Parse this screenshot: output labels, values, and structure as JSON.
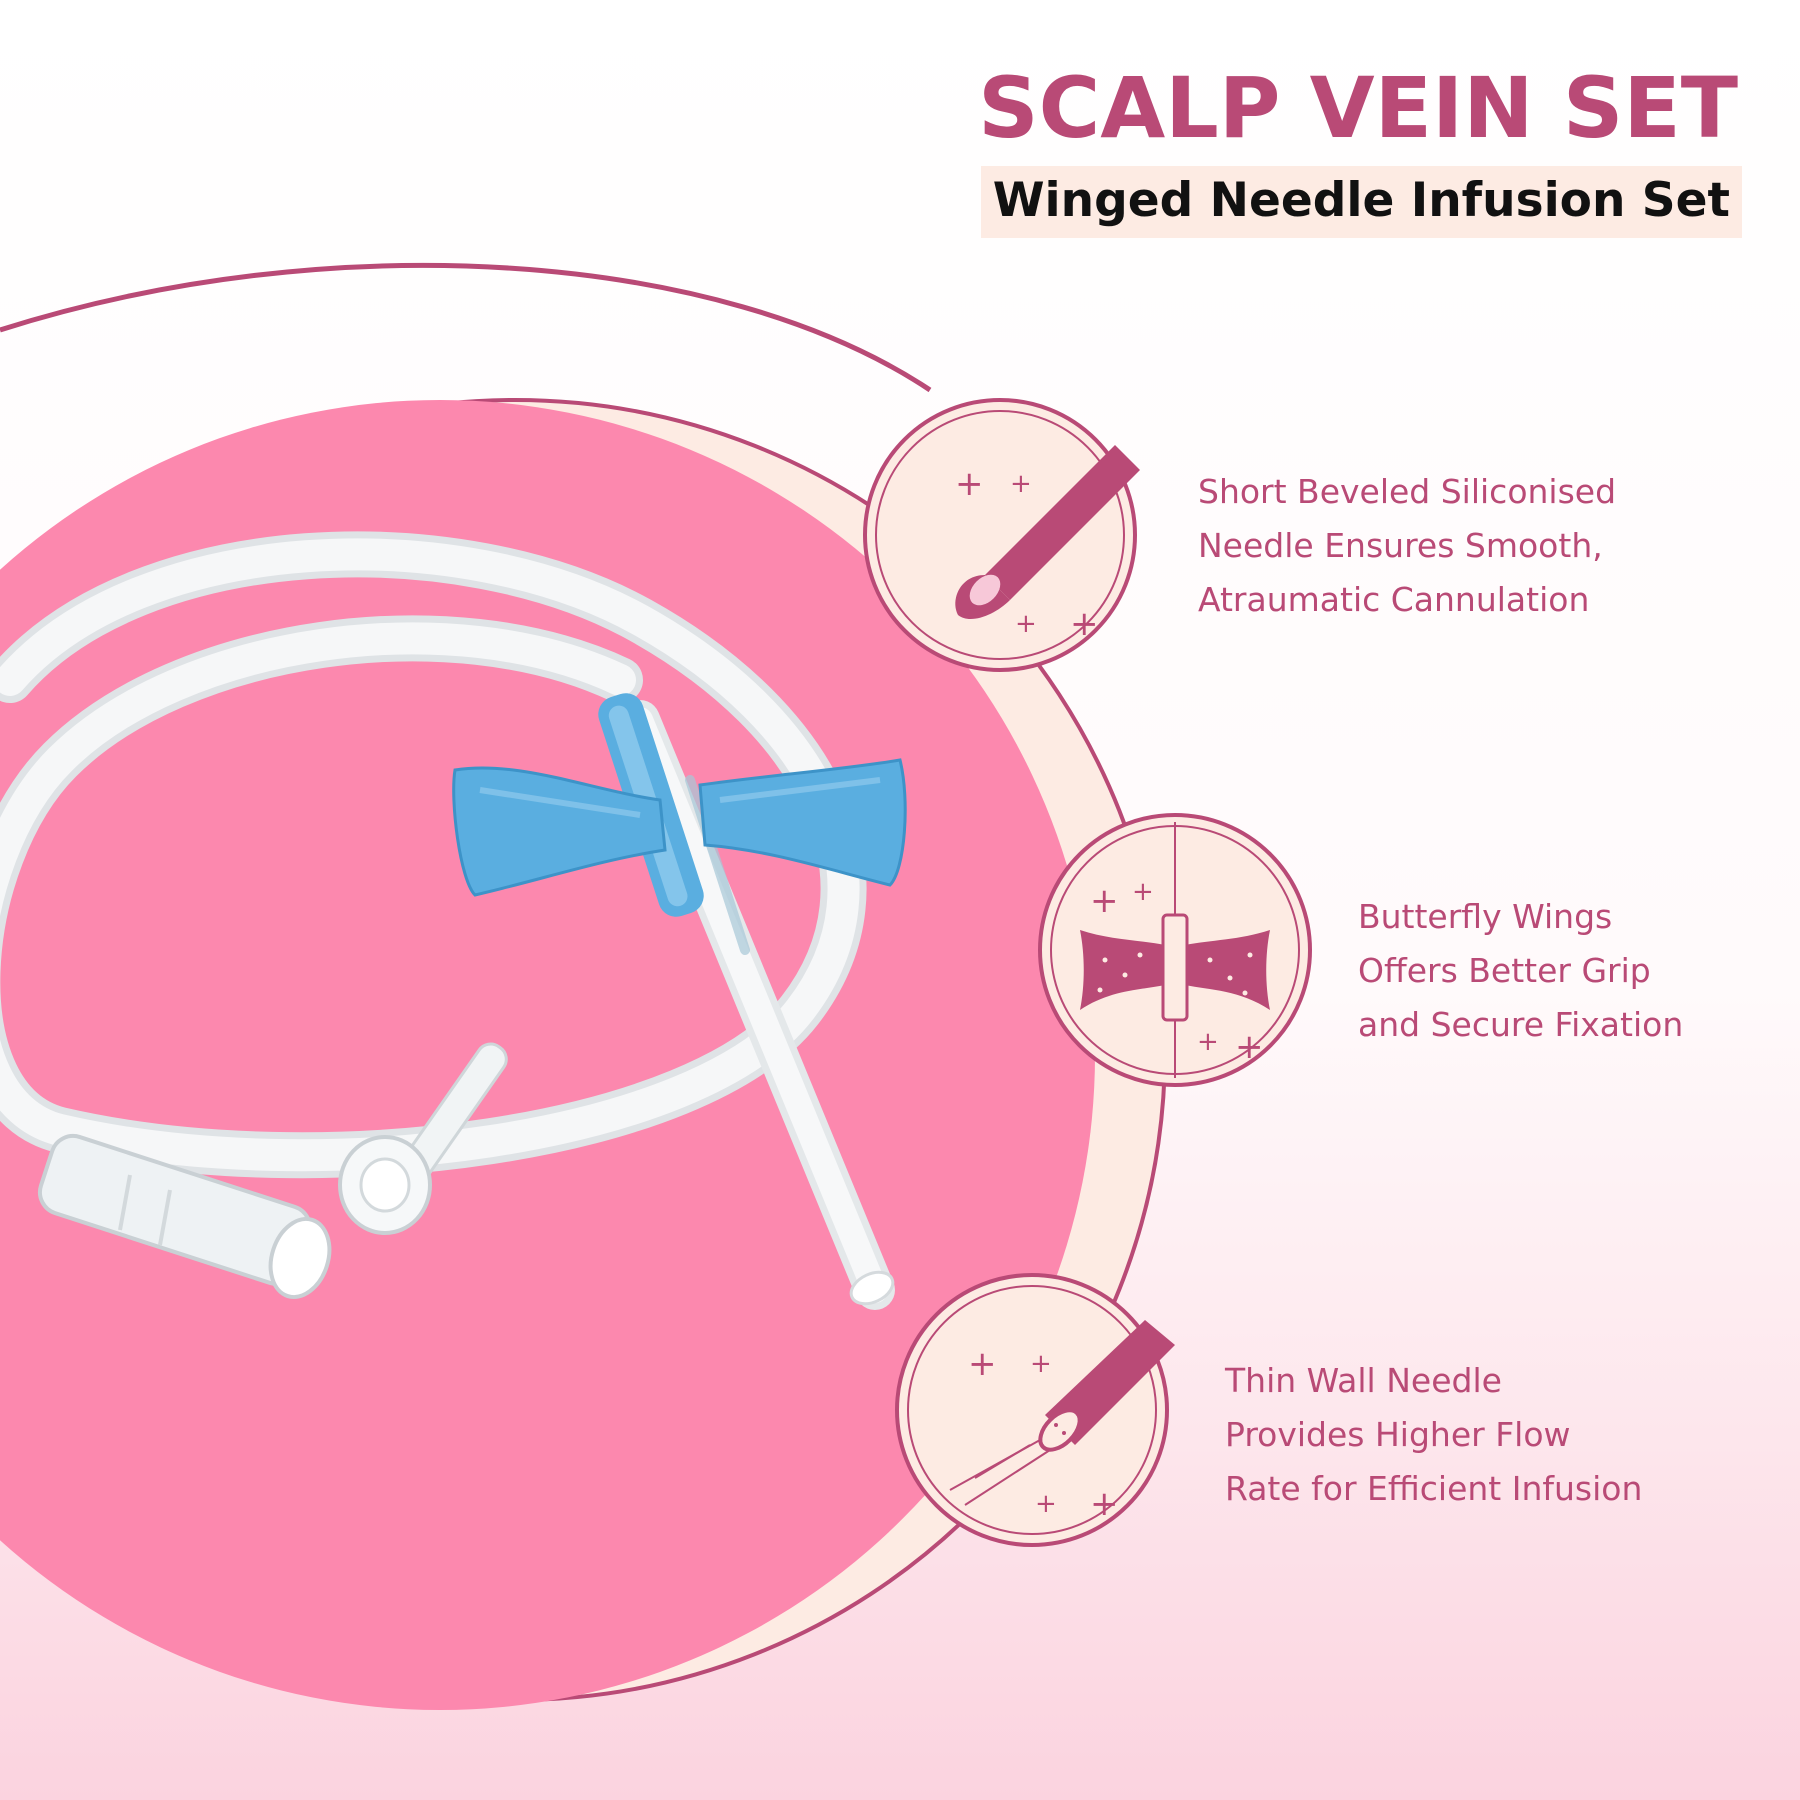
{
  "colors": {
    "brand": "#b94a76",
    "disc_pink": "#fc88ae",
    "ring_cream": "#fdebe3",
    "subtitle_bg": "#fdebe3",
    "subtitle_text": "#111111",
    "product_blue": "#5aaee0",
    "tube_white": "#f3f5f6"
  },
  "header": {
    "title": "SCALP VEIN SET",
    "subtitle": "Winged Needle Infusion Set"
  },
  "features": [
    {
      "icon": "beveled-needle-icon",
      "lines": [
        "Short Beveled Siliconised",
        "Needle Ensures Smooth,",
        "Atraumatic Cannulation"
      ]
    },
    {
      "icon": "butterfly-wings-icon",
      "lines": [
        "Butterfly Wings",
        "Offers Better Grip",
        "and Secure Fixation"
      ]
    },
    {
      "icon": "thin-wall-needle-icon",
      "lines": [
        "Thin Wall Needle",
        "Provides Higher Flow",
        "Rate for Efficient Infusion"
      ]
    }
  ],
  "product_image": "scalp-vein-set-image"
}
